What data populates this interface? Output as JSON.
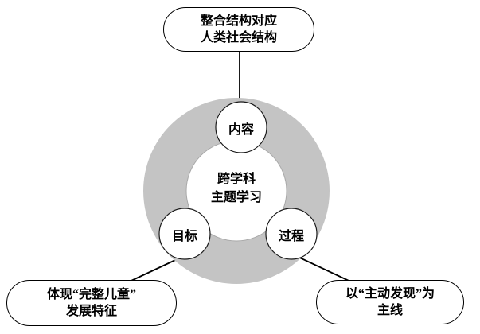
{
  "colors": {
    "ring": "#c4c4c4",
    "ring_edge": "#a8a8a8",
    "node_fill": "#ffffff",
    "node_border": "#1a1a1a",
    "line": "#000000"
  },
  "center": {
    "line1": "跨学科",
    "line2": "主题学习"
  },
  "nodes": [
    {
      "label": "内容"
    },
    {
      "label": "目标"
    },
    {
      "label": "过程"
    }
  ],
  "boxes": {
    "top": {
      "line1": "整合结构对应",
      "line2": "人类社会结构"
    },
    "bottom_left": {
      "line1": "体现“完整儿童”",
      "line2": "发展特征"
    },
    "bottom_right": {
      "line1": "以“主动发现”为",
      "line2": "主线"
    }
  }
}
